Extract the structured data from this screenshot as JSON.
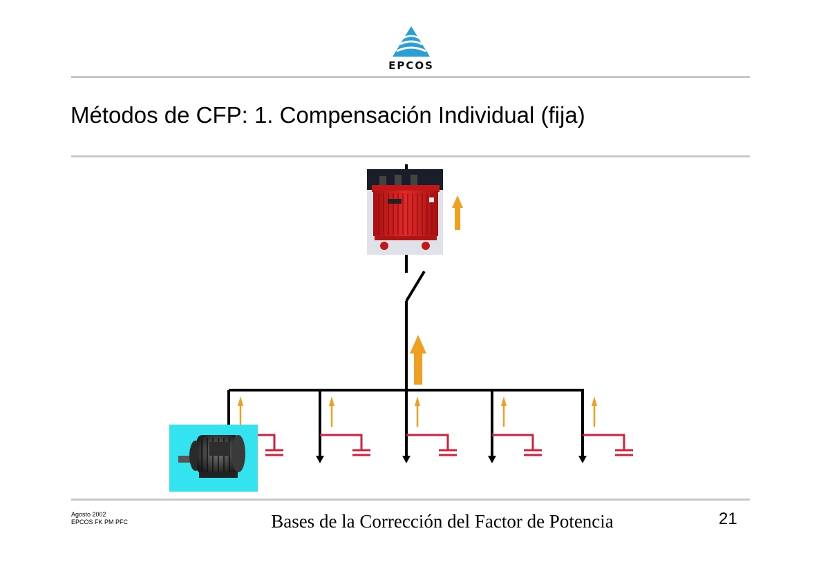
{
  "header": {
    "logo_text": "EPCOS"
  },
  "slide": {
    "title": "Métodos de CFP: 1. Compensación Individual (fija)"
  },
  "diagram": {
    "transformer": "transformer-image",
    "motor": "motor-image",
    "branch_count": 5,
    "colors": {
      "line": "#000000",
      "capacitor": "#d21f3c",
      "arrow": "#f0a020",
      "transformer": "#d42020",
      "motor_bg": "#33e4f0"
    }
  },
  "footer": {
    "date": "Agosto 2002",
    "org": "EPCOS FK PM PFC",
    "subtitle": "Bases de la Corrección del Factor de Potencia",
    "page_number": "21"
  }
}
